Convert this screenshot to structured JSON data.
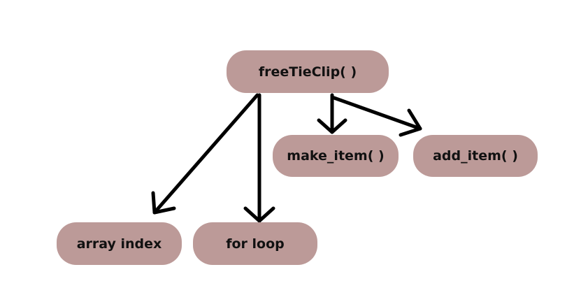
{
  "nodes": {
    "root": {
      "label": "freeTieClip( )"
    },
    "make_item": {
      "label": "make_item( )"
    },
    "add_item": {
      "label": "add_item( )"
    },
    "array_index": {
      "label": "array index"
    },
    "for_loop": {
      "label": "for loop"
    }
  },
  "edges": [
    {
      "from": "root",
      "to": "make_item"
    },
    {
      "from": "root",
      "to": "add_item"
    },
    {
      "from": "root",
      "to": "array_index"
    },
    {
      "from": "root",
      "to": "for_loop"
    }
  ],
  "colors": {
    "node_fill": "#bc9a98",
    "arrow": "#000000",
    "text": "#111111"
  }
}
